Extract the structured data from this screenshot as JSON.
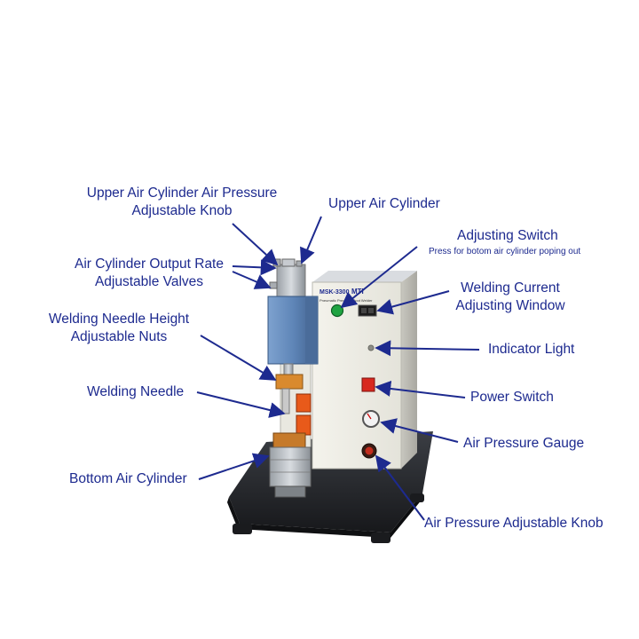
{
  "machine": {
    "model_text": "MSK-3300",
    "brand_text": "MTI",
    "subtitle_text": "Pneumatic Precision Spot Welder",
    "colors": {
      "cabinet": "#ecebe3",
      "cabinet_shadow": "#c9c8bf",
      "top_cover": "#dcdfe3",
      "base": "#2a2c30",
      "cylinder_blue": "#5f86b8",
      "electrode_copper": "#d98a2e",
      "clamp_orange": "#e85a1a",
      "power_red": "#d8281f",
      "button_green": "#1fa341",
      "label_blue": "#1d2a8f",
      "arrow_blue": "#1d2a8f"
    }
  },
  "labels": {
    "upper_pressure_knob": [
      "Upper Air Cylinder Air Pressure",
      "Adjustable Knob"
    ],
    "upper_cylinder": "Upper Air Cylinder",
    "adjusting_switch": "Adjusting Switch",
    "adjusting_switch_note": "Press for botom air cylinder poping out",
    "output_rate_valves": [
      "Air Cylinder Output Rate",
      "Adjustable Valves"
    ],
    "welding_current_window": [
      "Welding Current",
      "Adjusting Window"
    ],
    "needle_height_nuts": [
      "Welding Needle Height",
      "Adjustable Nuts"
    ],
    "indicator_light": "Indicator Light",
    "welding_needle": "Welding Needle",
    "power_switch": "Power Switch",
    "air_pressure_gauge": "Air Pressure Gauge",
    "bottom_cylinder": "Bottom Air Cylinder",
    "air_pressure_knob": "Air Pressure Adjustable Knob"
  }
}
